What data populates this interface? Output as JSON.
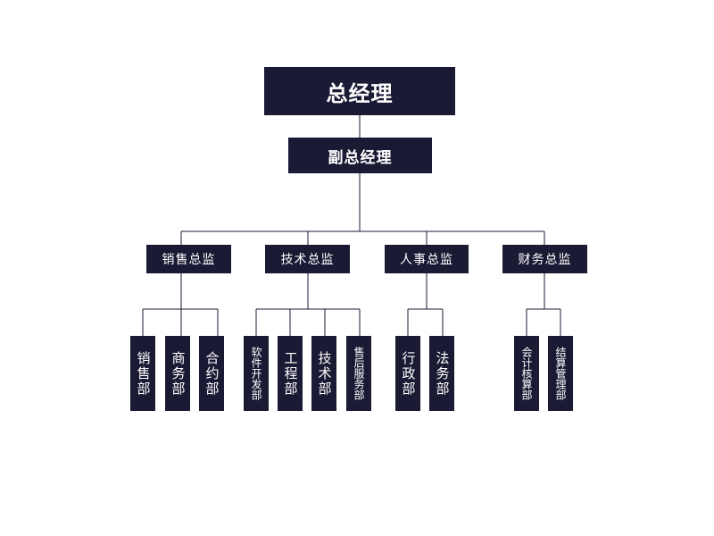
{
  "org": {
    "ceo": "总经理",
    "vp": "副总经理",
    "directors": [
      {
        "label": "销售总监",
        "depts": [
          "销售部",
          "商务部",
          "合约部"
        ]
      },
      {
        "label": "技术总监",
        "depts": [
          "软件开发部",
          "工程部",
          "技术部",
          "售后服务部"
        ]
      },
      {
        "label": "人事总监",
        "depts": [
          "行政部",
          "法务部"
        ]
      },
      {
        "label": "财务总监",
        "depts": [
          "会计核算部",
          "结算管理部"
        ]
      }
    ]
  },
  "colors": {
    "box_fill": "#1b1a35",
    "box_text": "#ffffff",
    "connector": "#1b1a35",
    "background": "#ffffff"
  }
}
